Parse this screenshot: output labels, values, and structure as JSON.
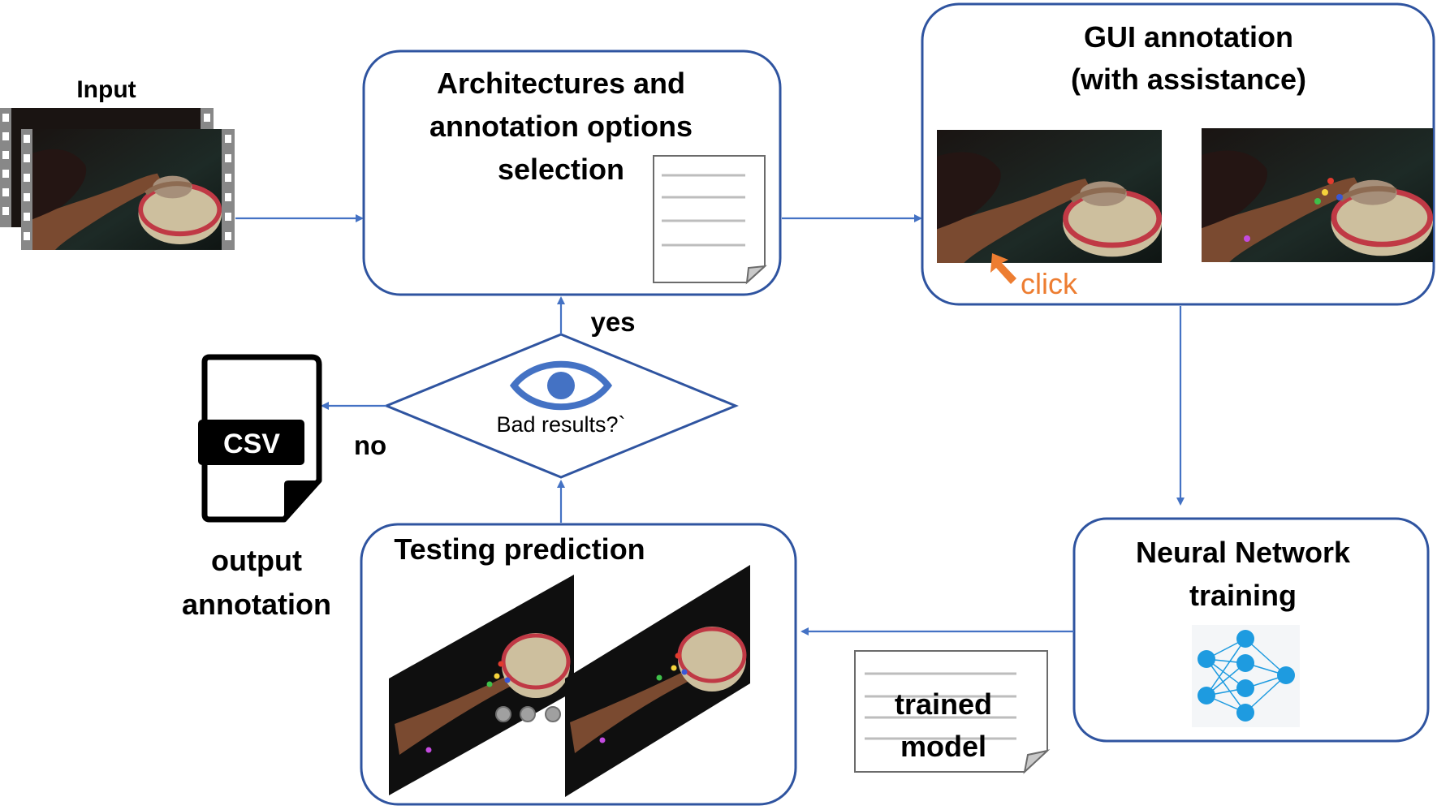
{
  "colors": {
    "accent_blue": "#4472c4",
    "box_border": "#2f54a0",
    "click_orange": "#ed7d31",
    "node_blue": "#1e9be0"
  },
  "input": {
    "label": "Input"
  },
  "architecture_box": {
    "title_line1": "Architectures and",
    "title_line2": "annotation options",
    "title_line3": "selection"
  },
  "gui_box": {
    "title_line1": "GUI annotation",
    "title_line2": "(with assistance)",
    "click_label": "click"
  },
  "decision": {
    "label": "Bad results?`",
    "yes_label": "yes",
    "no_label": "no"
  },
  "output": {
    "csv_label": "CSV",
    "label_line1": "output",
    "label_line2": "annotation"
  },
  "testing_box": {
    "title": "Testing prediction"
  },
  "training_box": {
    "title_line1": "Neural Network",
    "title_line2": "training"
  },
  "trained_model": {
    "label_line1": "trained",
    "label_line2": "model"
  },
  "icons": {
    "document": "document-icon",
    "eye": "eye-icon",
    "csv_file": "csv-file-icon",
    "neural_net": "neural-network-icon",
    "cursor": "cursor-arrow-icon",
    "film": "video-frame-icon"
  }
}
